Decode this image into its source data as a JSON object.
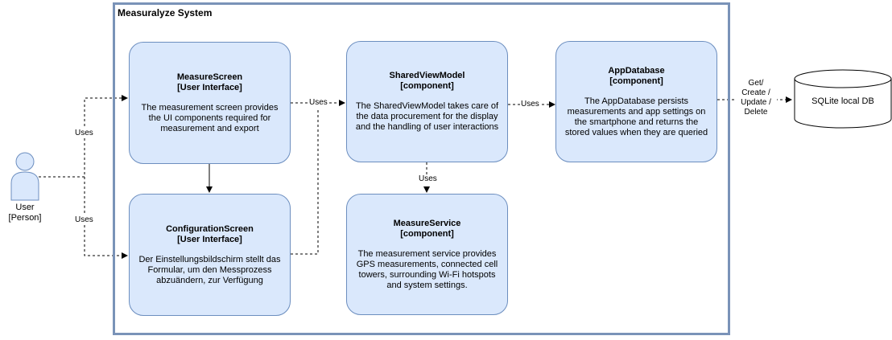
{
  "system": {
    "title": "Measuralyze System"
  },
  "person": {
    "name": "User",
    "type": "[Person]",
    "icon": "person-icon"
  },
  "components": {
    "measure_screen": {
      "title": "MeasureScreen",
      "type": "[User Interface]",
      "description": "The measurement screen provides the UI components required for measurement and export"
    },
    "configuration_screen": {
      "title": "ConfigurationScreen",
      "type": "[User Interface]",
      "description": "Der Einstellungsbildschirm stellt das Formular, um den Messprozess abzuändern, zur Verfügung"
    },
    "shared_view_model": {
      "title": "SharedViewModel",
      "type": "[component]",
      "description": "The SharedViewModel takes care of the data procurement for the display and the handling of user interactions"
    },
    "measure_service": {
      "title": "MeasureService",
      "type": "[component]",
      "description": "The measurement service provides GPS measurements, connected cell towers, surrounding Wi-Fi hotspots and system settings."
    },
    "app_database": {
      "title": "AppDatabase",
      "type": "[component]",
      "description": "The AppDatabase persists measurements and app settings on the smartphone and returns the stored values when they are queried"
    }
  },
  "database": {
    "label": "SQLite local DB",
    "icon": "database-cylinder-icon"
  },
  "relations": {
    "user_measure": "Uses",
    "user_config": "Uses",
    "screens_viewmodel": "Uses",
    "viewmodel_database": "Uses",
    "viewmodel_service": "Uses",
    "database_sqlite": [
      "Get/",
      "Create /",
      "Update /",
      "Delete"
    ]
  },
  "colors": {
    "box_fill": "#dae8fc",
    "box_stroke": "#6c8ebf",
    "boundary_stroke": "#7a93b8"
  }
}
